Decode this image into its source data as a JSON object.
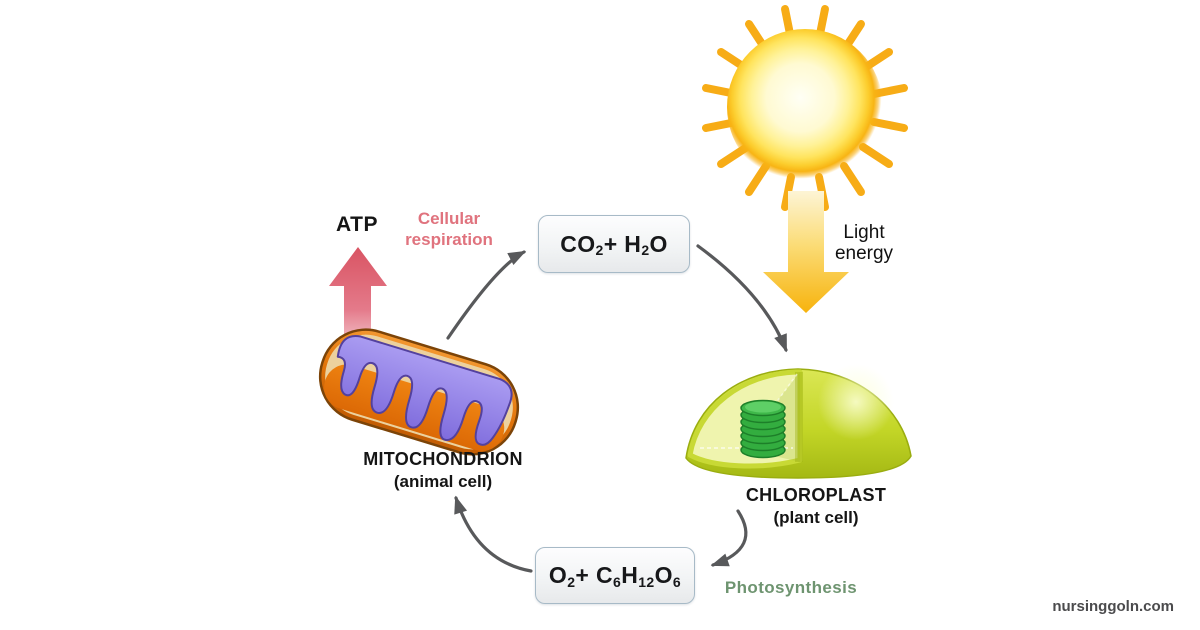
{
  "labels": {
    "atp": "ATP",
    "cellular_respiration": "Cellular respiration",
    "photosynthesis": "Photosynthesis",
    "light_energy": "Light energy",
    "watermark": "nursinggoln.com"
  },
  "molecule_boxes": {
    "respiration_products": {
      "segments": [
        {
          "t": "CO",
          "sub": "2"
        },
        {
          "t": " + H",
          "sub": "2"
        },
        {
          "t": "O"
        }
      ]
    },
    "photosynthesis_products": {
      "segments": [
        {
          "t": "O",
          "sub": "2"
        },
        {
          "t": " + C",
          "sub": "6"
        },
        {
          "t": "H",
          "sub": "12"
        },
        {
          "t": "O",
          "sub": "6"
        }
      ]
    }
  },
  "organelles": {
    "mitochondrion": {
      "name": "MITOCHONDRION",
      "cell_type": "(animal cell)"
    },
    "chloroplast": {
      "name": "CHLOROPLAST",
      "cell_type": "(plant cell)"
    }
  },
  "icons": {
    "sun": "sun-icon",
    "light_energy_arrow": "down-arrow-icon",
    "atp_arrow": "up-arrow-icon",
    "cycle_arrows": "curved-cycle-arrow-icons",
    "mitochondrion": "mitochondrion-illustration",
    "chloroplast": "chloroplast-illustration",
    "grana": "grana-stack-icon"
  },
  "colors": {
    "background": "#ffffff",
    "respiration_pink": "#e0737e",
    "photosynthesis_green": "#6e9470",
    "cycle_arrow_gray": "#58595b",
    "atp_arrow_pink": "#dc5a66",
    "sun_yellow": "#f7ac16",
    "light_arrow_yellow": "#f7b30d",
    "box_border_blue_gray": "#a7bac7",
    "chloroplast_green": "#c3d627",
    "grana_green": "#2ea83b",
    "mitochondrion_orange": "#e2750b",
    "cristae_purple": "#8a7ae0",
    "watermark_gray": "#4b4b4d"
  }
}
